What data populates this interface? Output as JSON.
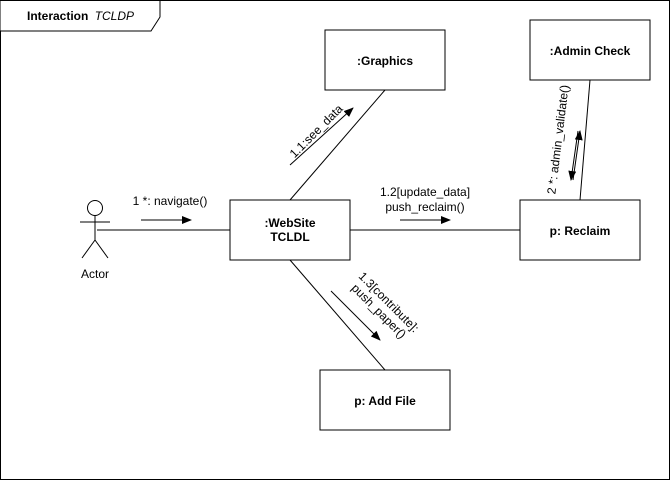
{
  "frame": {
    "title_bold": "Interaction",
    "title_italic": "TCLDP"
  },
  "actor": {
    "label": "Actor"
  },
  "objects": {
    "website_line1": ":WebSite",
    "website_line2": "TCLDL",
    "graphics": ":Graphics",
    "admin_check": ":Admin Check",
    "reclaim": "p: Reclaim",
    "add_file": "p: Add File"
  },
  "messages": {
    "navigate": "1 *: navigate()",
    "see_data": "1.1:see_data",
    "update_data_line1": "1.2[update_data]",
    "update_data_line2": "push_reclaim()",
    "contribute_line1": "1.3[contribute]:",
    "contribute_line2": "push_paper()",
    "admin_validate": "2 *: admin_validate()"
  }
}
